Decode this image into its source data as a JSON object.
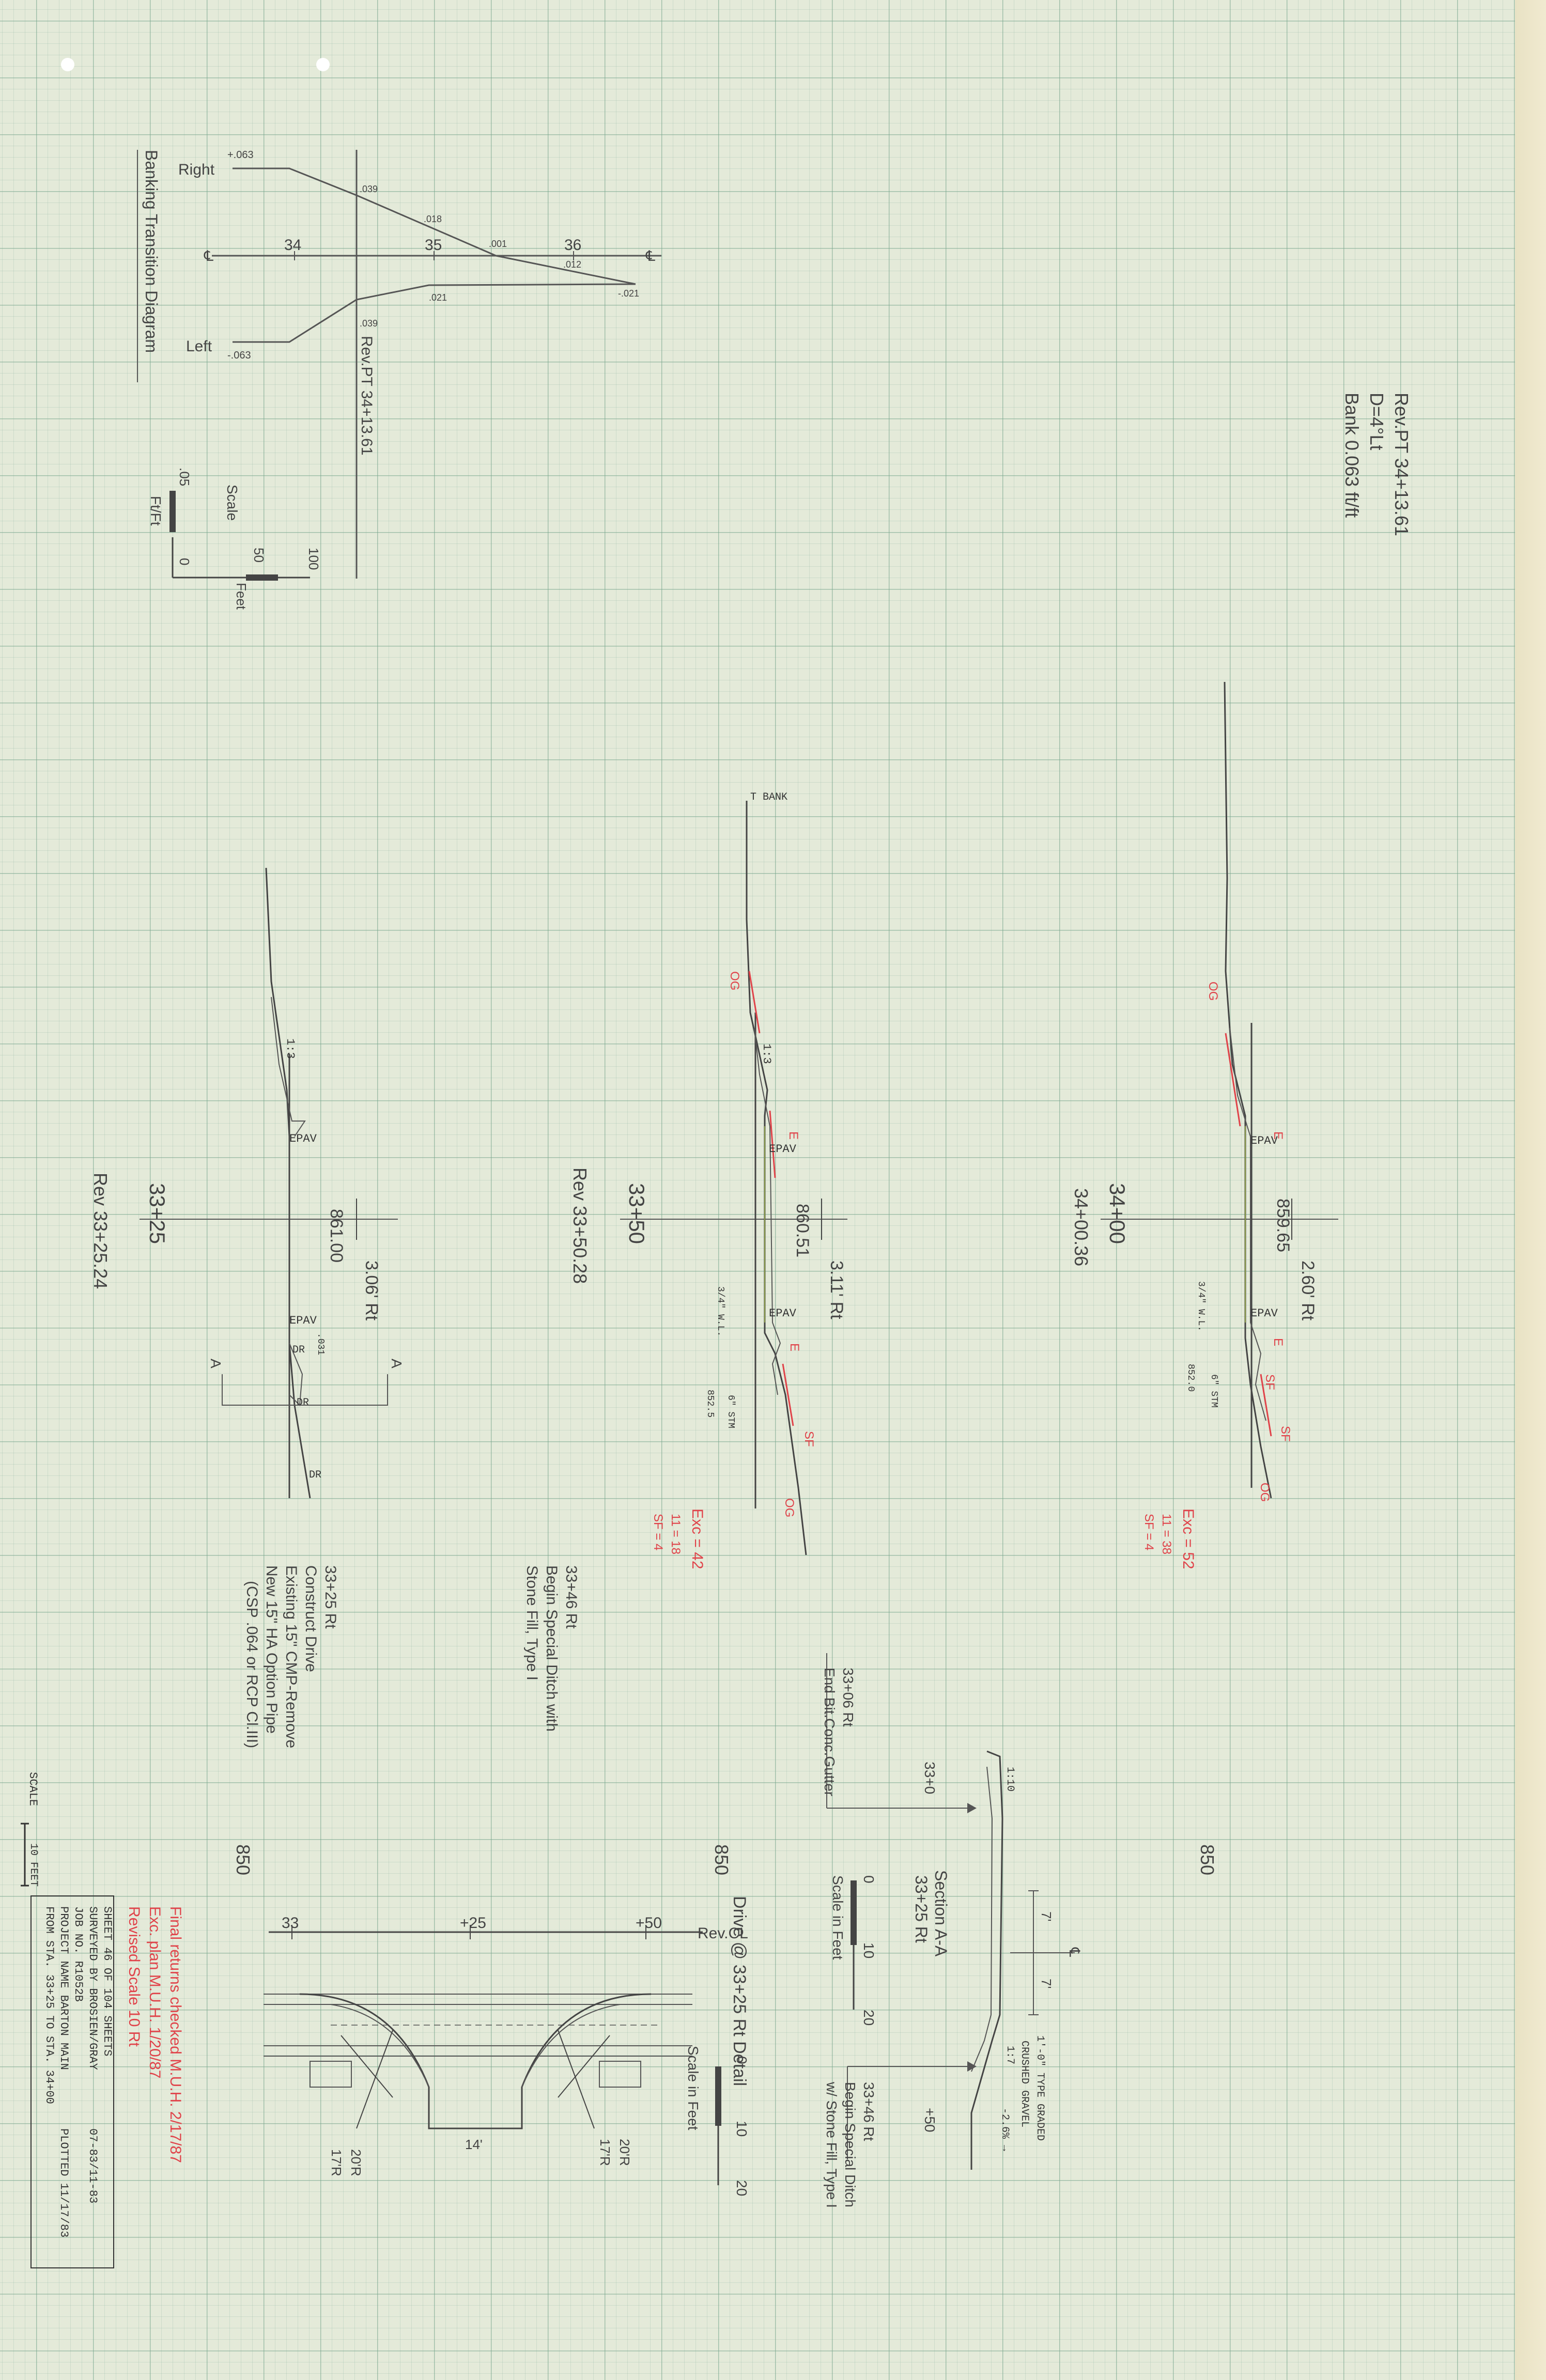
{
  "banking": {
    "right": "Right",
    "left": "Left",
    "right_top": "+.063",
    "left_bottom": "-.063",
    "r039": ".039",
    "r018": ".018",
    "r001": ".001",
    "r012": ".012",
    "l039": ".039",
    "l021": ".021",
    "m021": "-.021",
    "cl_left": "℄",
    "cl_right": "℄",
    "s34": "34",
    "s35": "35",
    "s36": "36",
    "title": "Banking Transition Diagram",
    "rev_pt": "Rev.PT 34+13.61",
    "scale": "Scale",
    "s0": "0",
    "s50": "50",
    "s100": "100",
    "feet": "Feet",
    "s05": ".05",
    "ftft": "Ft/Ft"
  },
  "curve": {
    "pt": "Rev.PT 34+13.61",
    "d": "D=4°Lt",
    "bank": "Bank 0.063 ft/ft"
  },
  "section_a": {
    "station": "33+25",
    "rev": "Rev 33+25.24",
    "elev": "861.00",
    "offset": "3.06' Rt",
    "epav1": "EPAV",
    "epav2": "EPAV",
    "slope": "1:3",
    "r031": ".031",
    "dr1": "DR",
    "dr2": "DR",
    "dr3": "DR",
    "a_left": "A",
    "a_right": "A",
    "note_station": "33+25 Rt",
    "note1": "Construct Drive",
    "note2": "Existing 15\" CMP-Remove",
    "note3": "New 15\" HA Option Pipe",
    "note4": "(CSP .064 or RCP Cl.III)",
    "elev_label": "850"
  },
  "section_b": {
    "station": "33+50",
    "rev": "Rev 33+50.28",
    "elev": "860.51",
    "offset": "3.11' Rt",
    "bank": "T BANK",
    "epav1": "EPAV",
    "epav2": "EPAV",
    "slope": "1:3",
    "wl": "3/4\" W.L.",
    "e852": "852.5",
    "stm": "6\" STM",
    "og1": "OG",
    "og2": "OG",
    "e1": "E",
    "e2": "E",
    "sf": "SF",
    "exc": "Exc = 42",
    "f1": "11 = 18",
    "f2": "SF = 4",
    "note_station": "33+46 Rt",
    "note1": "Begin Special Ditch with",
    "note2": "Stone Fill, Type I",
    "elev_label": "850"
  },
  "section_c": {
    "station": "34+00",
    "rev": "34+00.36",
    "elev": "859.65",
    "offset": "2.60' Rt",
    "epav1": "EPAV",
    "epav2": "EPAV",
    "wl": "3/4\" W.L.",
    "e852": "852.0",
    "stm": "6\" STM",
    "og1": "OG",
    "og2": "OG",
    "e1": "E",
    "e2": "E",
    "sf1": "SF",
    "sf2": "SF",
    "exc": "Exc = 52",
    "f1": "11 = 38",
    "f2": "SF = 4",
    "elev_label": "850"
  },
  "detail_aa": {
    "gutter_station": "33+06 Rt",
    "gutter_note": "End Bit.Conc.Gutter",
    "plus0": "33+0",
    "title": "Section A-A",
    "station": "33+25 Rt",
    "s0": "0",
    "s10": "10",
    "s20": "20",
    "scale": "Scale in Feet",
    "slope1": "1:10",
    "slope2": "1:7",
    "dim1": "7'",
    "dim2": "7'",
    "cl": "℄",
    "gravel1": "1'-0\" TYPE GRADED",
    "gravel2": "CRUSHED GRAVEL",
    "grade": "-2.6% →",
    "plus50": "+50",
    "ditch_station": "33+46 Rt",
    "ditch1": "Begin Special Ditch",
    "ditch2": "w/ Stone Fill, Type I"
  },
  "drive_detail": {
    "s33": "33",
    "p25": "+25",
    "p50": "+50",
    "revcl": "Rev.CL",
    "title": "Drive @ 33+25 Rt Detail",
    "r20l": "20'R",
    "r17l": "17'R",
    "r20r": "20'R",
    "r17r": "17'R",
    "width": "14'",
    "scale": "Scale in Feet",
    "s0": "0",
    "s10": "10",
    "s20": "20"
  },
  "titleblock": {
    "scale_label": "SCALE",
    "scale_value": "10 FEET",
    "from": "FROM STA.  33+25    TO STA.  34+00",
    "project": "PROJECT NAME   BARTON MAIN",
    "surveyed": "PLOTTED 11/17/83",
    "job": "JOB NO.   R1052B",
    "by": "SURVEYED BY   BROSIEN/GRAY",
    "date": "07-83/11-83",
    "sheet": "SHEET 46 OF 104 SHEETS",
    "red1": "Revised Scale 10 Rt",
    "red2": "Exc. plan  M.U.H.  1/20/87",
    "red3": "Final returns checked  M.U.H.  2/17/87"
  }
}
